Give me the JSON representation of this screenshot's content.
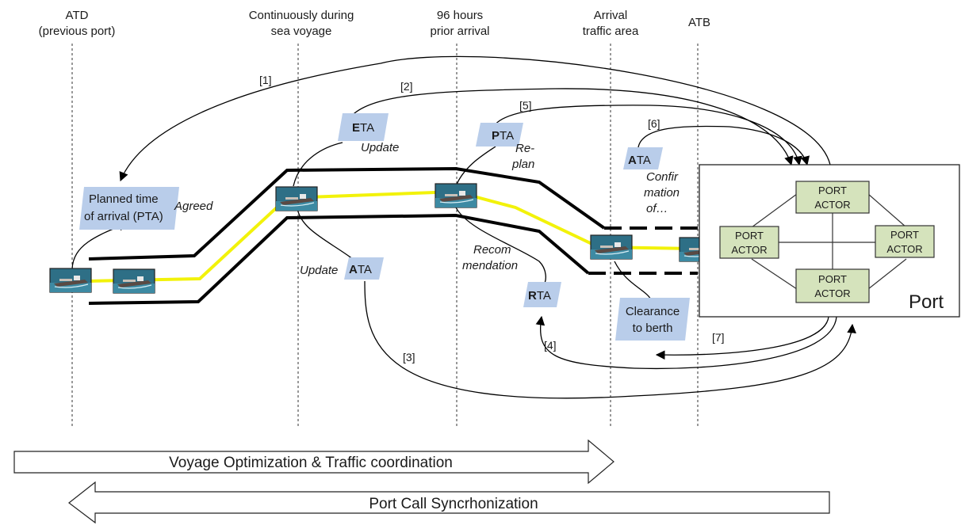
{
  "phases": [
    {
      "id": "atd",
      "lines": [
        "ATD",
        "(previous port)"
      ]
    },
    {
      "id": "continuous",
      "lines": [
        "Continuously during",
        "sea voyage"
      ]
    },
    {
      "id": "h96",
      "lines": [
        "96 hours",
        "prior arrival"
      ]
    },
    {
      "id": "arrival",
      "lines": [
        "Arrival",
        "traffic area"
      ]
    },
    {
      "id": "atb",
      "lines": [
        "ATB"
      ]
    }
  ],
  "tags": {
    "pta_planned": [
      "Planned time",
      "of arrival (PTA)"
    ],
    "eta": {
      "bold": "E",
      "rest": "TA"
    },
    "pta": {
      "bold": "P",
      "rest": "TA"
    },
    "ata_top": {
      "bold": "A",
      "rest": "TA"
    },
    "ata_update": {
      "bold": "A",
      "rest": "TA"
    },
    "rta": {
      "bold": "R",
      "rest": "TA"
    },
    "clearance": [
      "Clearance",
      "to berth"
    ]
  },
  "annotations": {
    "agreed": "Agreed",
    "update_eta": "Update",
    "update_ata": "Update",
    "replan": [
      "Re-",
      "plan"
    ],
    "confirmation": [
      "Confir",
      "mation",
      "of…"
    ],
    "recommendation": [
      "Recom",
      "mendation"
    ]
  },
  "flow_numbers": [
    "[1]",
    "[2]",
    "[3]",
    "[4]",
    "[5]",
    "[6]",
    "[7]"
  ],
  "port": {
    "label": "Port",
    "actors": [
      [
        "PORT",
        "ACTOR"
      ],
      [
        "PORT",
        "ACTOR"
      ],
      [
        "PORT",
        "ACTOR"
      ],
      [
        "PORT",
        "ACTOR"
      ]
    ]
  },
  "arrows": {
    "voyage": "Voyage Optimization & Traffic coordination",
    "portcall": "Port Call Syncrhonization"
  },
  "colors": {
    "tag_fill": "#b9cdea",
    "actor_fill": "#d5e3bc",
    "route_line": "#f2f20a",
    "ship_water": "#2e6f86"
  },
  "icons": {
    "ship": "ship-icon"
  }
}
